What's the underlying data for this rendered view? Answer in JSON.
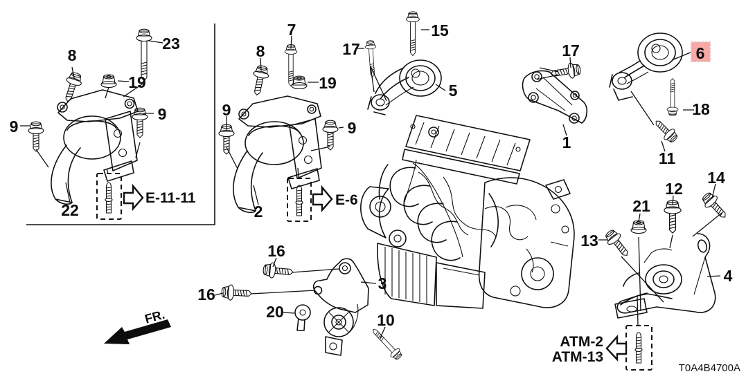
{
  "diagram": {
    "code": "T0A4B4700A",
    "orientation_label": "FR.",
    "highlighted_part": "6",
    "colors": {
      "line": "#111111",
      "background": "#ffffff",
      "highlight_bg": "#f9a8a8",
      "highlight_border": "#e7baba",
      "highlight_fg": "#6d1010"
    }
  },
  "references": [
    {
      "id": "e-11-11",
      "label": "E-11-11"
    },
    {
      "id": "e-6",
      "label": "E-6"
    },
    {
      "id": "atm-2",
      "label": "ATM-2"
    },
    {
      "id": "atm-13",
      "label": "ATM-13"
    }
  ],
  "callouts": [
    {
      "part": "8"
    },
    {
      "part": "23"
    },
    {
      "part": "19"
    },
    {
      "part": "9"
    },
    {
      "part": "9"
    },
    {
      "part": "22"
    },
    {
      "part": "7"
    },
    {
      "part": "8"
    },
    {
      "part": "19"
    },
    {
      "part": "9"
    },
    {
      "part": "9"
    },
    {
      "part": "2"
    },
    {
      "part": "15"
    },
    {
      "part": "17"
    },
    {
      "part": "5"
    },
    {
      "part": "17"
    },
    {
      "part": "1"
    },
    {
      "part": "6",
      "highlighted": true
    },
    {
      "part": "18"
    },
    {
      "part": "11"
    },
    {
      "part": "14"
    },
    {
      "part": "12"
    },
    {
      "part": "21"
    },
    {
      "part": "13"
    },
    {
      "part": "4"
    },
    {
      "part": "16"
    },
    {
      "part": "16"
    },
    {
      "part": "3"
    },
    {
      "part": "20"
    },
    {
      "part": "10"
    }
  ]
}
